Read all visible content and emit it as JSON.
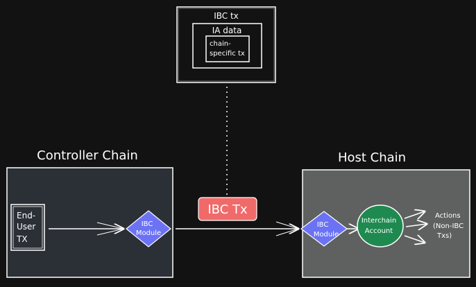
{
  "top_box": {
    "title": "IBC tx",
    "inner_title": "IA data",
    "innermost_line1": "chain-",
    "innermost_line2": "specific tx"
  },
  "controller_chain": {
    "label": "Controller Chain",
    "end_user_tx": {
      "line1": "End-",
      "line2": "User",
      "line3": "TX"
    },
    "ibc_module": {
      "line1": "IBC",
      "line2": "Module"
    }
  },
  "link": {
    "packet_label": "IBC Tx"
  },
  "host_chain": {
    "label": "Host Chain",
    "ibc_module": {
      "line1": "IBC",
      "line2": "Module"
    },
    "interchain_account": {
      "line1": "Interchain",
      "line2": "Account"
    },
    "actions": {
      "line1": "Actions",
      "line2": "(Non-IBC",
      "line3": "Txs)"
    }
  },
  "colors": {
    "background": "#121212",
    "controller_fill": "#2b2f36",
    "host_fill": "#5e6160",
    "ibc_module_fill": "#6b73f4",
    "interchain_fill": "#1e8a4f",
    "packet_fill": "#f06a6a",
    "stroke": "#ffffff"
  }
}
